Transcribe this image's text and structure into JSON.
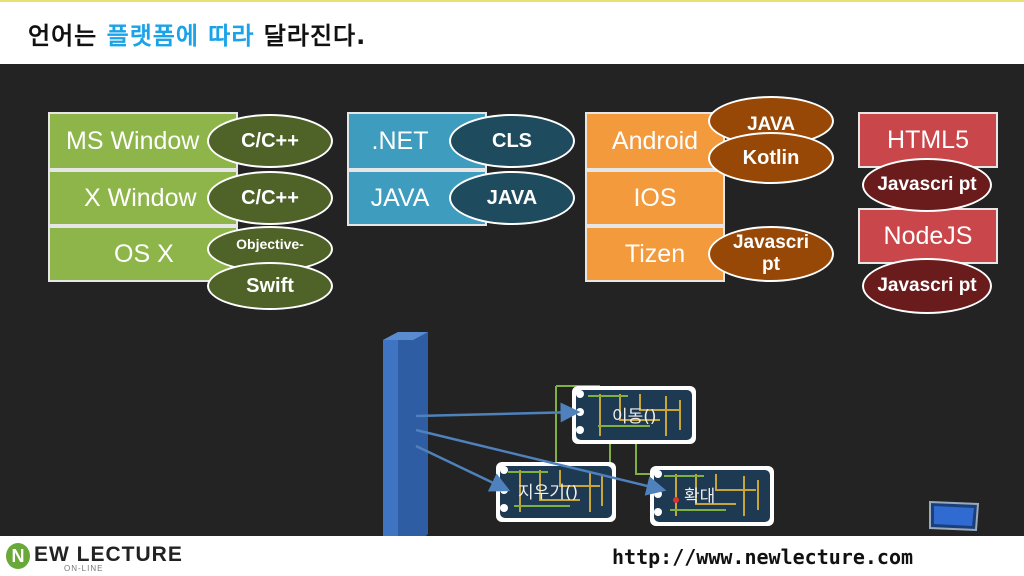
{
  "title": {
    "part1": "언어는 ",
    "highlight": "플랫폼에 따라",
    "part2": " 달라진다."
  },
  "platforms": {
    "ms_window": {
      "label": "MS Window",
      "lang": "C/C++"
    },
    "x_window": {
      "label": "X Window",
      "lang": "C/C++"
    },
    "os_x": {
      "label": "OS X",
      "lang1": "Objective-",
      "lang2": "Swift"
    },
    "dotnet": {
      "label": ".NET",
      "lang": "CLS"
    },
    "java": {
      "label": "JAVA",
      "lang": "JAVA"
    },
    "android": {
      "label": "Android",
      "lang1": "JAVA",
      "lang2": "Kotlin"
    },
    "ios": {
      "label": "IOS"
    },
    "tizen": {
      "label": "Tizen",
      "lang": "Javascri pt"
    },
    "html5": {
      "label": "HTML5",
      "lang": "Javascri pt"
    },
    "nodejs": {
      "label": "NodeJS",
      "lang": "Javascri pt"
    }
  },
  "diagram": {
    "move_label": "이동()",
    "erase_label": "지우기()",
    "zoom_label": "확대"
  },
  "footer": {
    "logo_letter": "N",
    "logo_text": "EW LECTURE",
    "logo_sub": "ON-LINE",
    "url": "http://www.newlecture.com"
  }
}
